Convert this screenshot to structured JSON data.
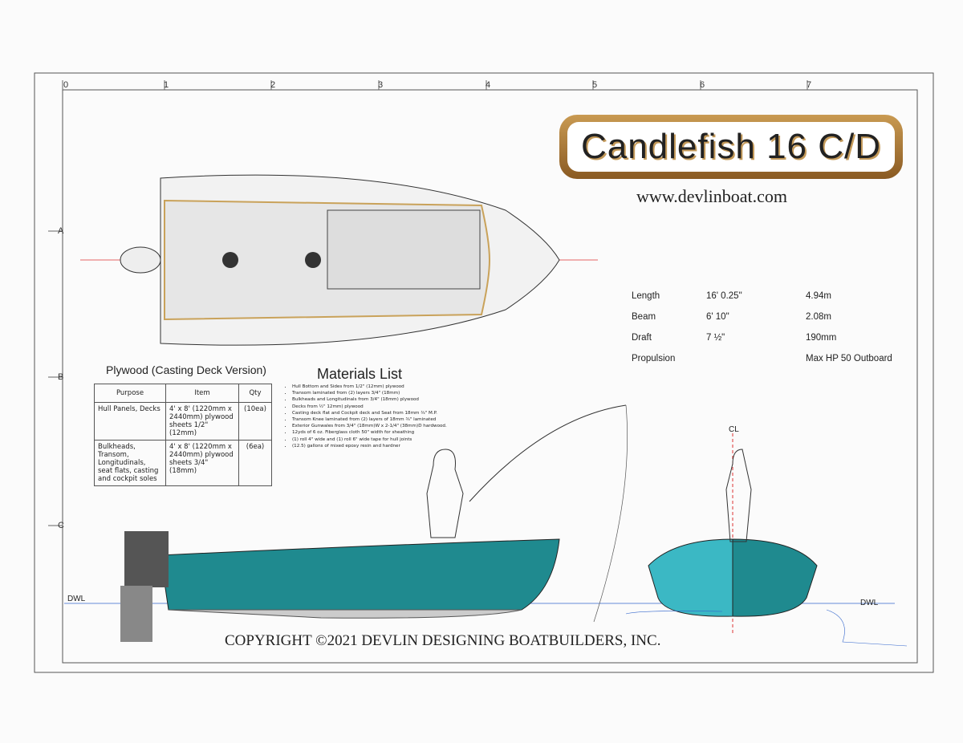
{
  "ruler": {
    "top": [
      "0",
      "1",
      "2",
      "3",
      "4",
      "5",
      "6",
      "7"
    ],
    "left": [
      "A",
      "B",
      "C"
    ]
  },
  "title": "Candlefish 16 C/D",
  "url": "www.devlinboat.com",
  "specs": [
    {
      "label": "Length",
      "imperial": "16' 0.25\"",
      "metric": "4.94m"
    },
    {
      "label": "Beam",
      "imperial": "6' 10\"",
      "metric": "2.08m"
    },
    {
      "label": "Draft",
      "imperial": "7 ½\"",
      "metric": "190mm"
    },
    {
      "label": "Propulsion",
      "imperial": "",
      "metric": "Max HP 50 Outboard"
    }
  ],
  "plywood": {
    "title": "Plywood (Casting Deck Version)",
    "headers": [
      "Purpose",
      "Item",
      "Qty"
    ],
    "rows": [
      [
        "Hull Panels, Decks",
        "4' x 8' (1220mm x 2440mm) plywood sheets 1/2\" (12mm)",
        "(10ea)"
      ],
      [
        "Bulkheads, Transom, Longitudinals, seat flats, casting and cockpit soles",
        "4' x 8' (1220mm x 2440mm) plywood sheets 3/4\" (18mm)",
        "(6ea)"
      ]
    ]
  },
  "materials": {
    "title": "Materials List",
    "items": [
      "Hull Bottom and Sides from 1/2\" (12mm) plywood",
      "Transom laminated from (2) layers 3/4\" (18mm)",
      "Bulkheads and Longitudinals from 3/4\" (18mm) plywood",
      "Decks from ½\" 12mm) plywood",
      "Casting deck flat and Cockpit deck and Seat from 18mm ¾\" M.P.",
      "Transom Knee laminated from (2) layers of 18mm ¾\" laminated",
      "Exterior Gunwales from 3/4\" (18mm)W x 2-1/4\" (38mm)D hardwood.",
      "12yds of 6 oz. Fiberglass cloth 50\" width for sheathing",
      "(1) roll 4\" wide and (1) roll 6\" wide tape for hull joints",
      "(12.5) gallons of mixed epoxy resin and hardner"
    ]
  },
  "labels": {
    "dwl": "DWL",
    "centerline": "CL"
  },
  "copyright": "COPYRIGHT ©2021  DEVLIN DESIGNING BOATBUILDERS, INC.",
  "colors": {
    "hull": "#1f8a8f",
    "hull_light": "#3bb8c4",
    "frame": "#b07a36"
  }
}
